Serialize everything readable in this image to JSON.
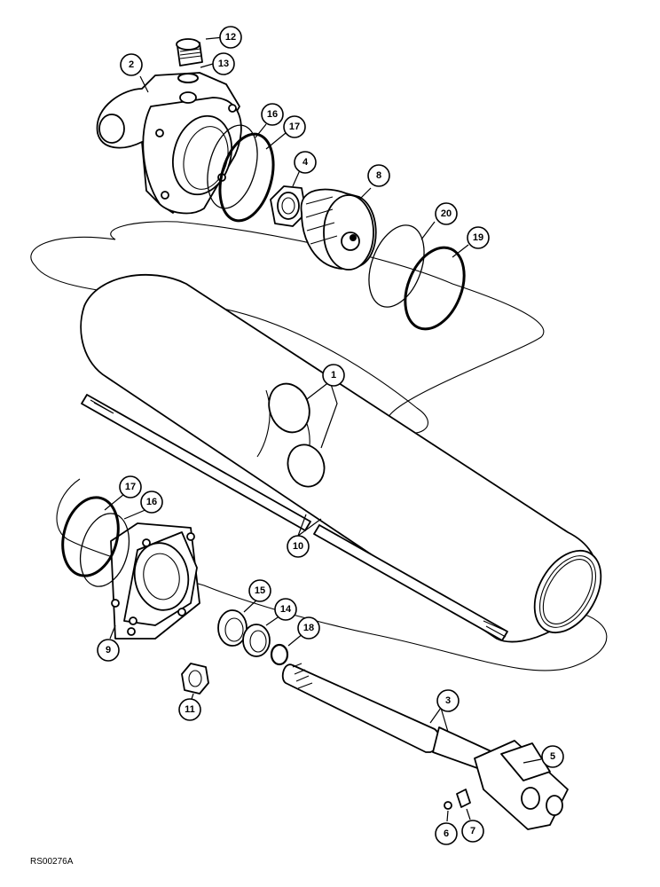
{
  "figure_code": "RS00276A",
  "callouts": {
    "c1": "1",
    "c2": "2",
    "c3": "3",
    "c4": "4",
    "c5": "5",
    "c6": "6",
    "c7": "7",
    "c8": "8",
    "c9": "9",
    "c10": "10",
    "c11": "11",
    "c12": "12",
    "c13": "13",
    "c14": "14",
    "c15": "15",
    "c16a": "16",
    "c16b": "16",
    "c17a": "17",
    "c17b": "17",
    "c18": "18",
    "c19": "19",
    "c20": "20"
  }
}
